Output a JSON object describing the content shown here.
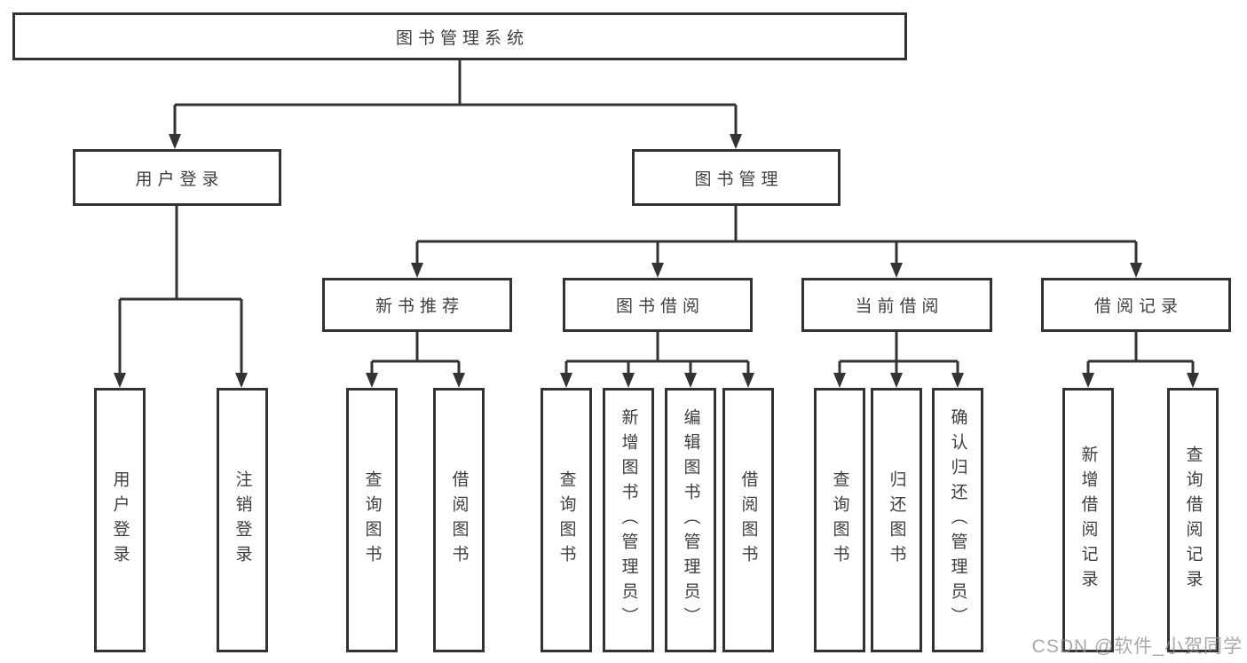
{
  "diagram": {
    "title": "图书管理系统",
    "level2": {
      "user_login": "用户登录",
      "book_management": "图书管理"
    },
    "user_login_children": [
      "用户登录",
      "注销登录"
    ],
    "modules": [
      "新书推荐",
      "图书借阅",
      "当前借阅",
      "借阅记录"
    ],
    "new_book_children": [
      "查询图书",
      "借阅图书"
    ],
    "book_borrow_children": [
      "查询图书",
      "新增图书（管理员）",
      "编辑图书（管理员）",
      "借阅图书"
    ],
    "current_borrow_children": [
      "查询图书",
      "归还图书",
      "确认归还（管理员）"
    ],
    "borrow_record_children": [
      "新增借阅记录",
      "查询借阅记录"
    ]
  },
  "watermark": "CSDN @软件_小贺同学",
  "colors": {
    "line": "#333333",
    "box_border": "#333333",
    "text": "#3f3f3f",
    "background": "#ffffff",
    "watermark": "#8c8c8c"
  }
}
